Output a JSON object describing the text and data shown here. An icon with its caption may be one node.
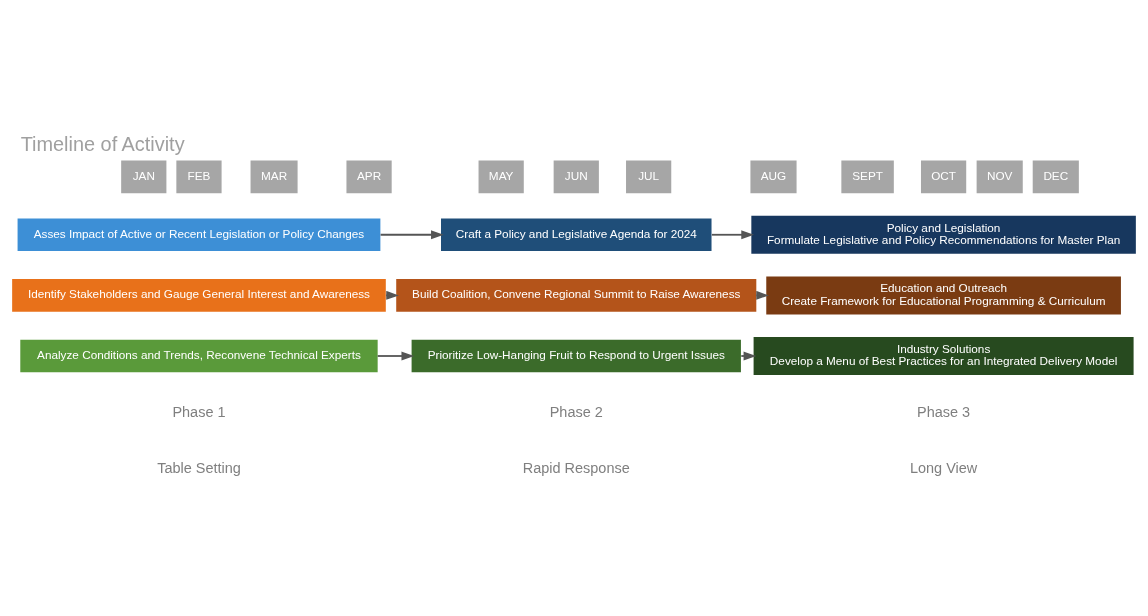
{
  "diagram": {
    "title": "Timeline of Activity",
    "nodes": [
      {
        "text": [
          "Asses Impact of Active or Recent Legislation or Policy Changes"
        ]
      },
      {
        "text": [
          "Craft a Policy and Legislative Agenda for 2024"
        ]
      },
      {
        "text": [
          "Policy and Legislation",
          "Formulate Legislative and Policy Recommendations for Master Plan"
        ]
      },
      {
        "text": [
          "Identify Stakeholders and Gauge General Interest and Awareness"
        ]
      },
      {
        "text": [
          "Build Coalition, Convene Regional Summit to Raise Awareness"
        ]
      },
      {
        "text": [
          "Education and Outreach",
          "Create Framework for Educational Programming & Curriculum"
        ]
      },
      {
        "text": [
          "Analyze Conditions and Trends, Reconvene Technical Experts"
        ]
      },
      {
        "text": [
          "Prioritize Low-Hanging Fruit to Respond to Urgent Issues"
        ]
      },
      {
        "text": [
          "Industry Solutions",
          "Develop a Menu of Best Practices for an Integrated Delivery Model"
        ]
      }
    ],
    "edges": [
      {
        "from": 0,
        "to": 1,
        "arrow": "to"
      },
      {
        "from": 1,
        "to": 2,
        "arrow": "to"
      },
      {
        "from": 3,
        "to": 4,
        "arrow": "to"
      },
      {
        "from": 4,
        "to": 5,
        "arrow": "to"
      },
      {
        "from": 6,
        "to": 7,
        "arrow": "to"
      },
      {
        "from": 7,
        "to": 8,
        "arrow": "to"
      }
    ],
    "labels": [
      "JAN",
      "FEB",
      "MAR",
      "APR",
      "MAY",
      "JUN",
      "JUL",
      "AUG",
      "SEPT",
      "OCT",
      "NOV",
      "DEC",
      "Phase 1",
      "Phase 2",
      "Phase 3",
      "Table Setting",
      "Rapid Response",
      "Long View"
    ]
  }
}
